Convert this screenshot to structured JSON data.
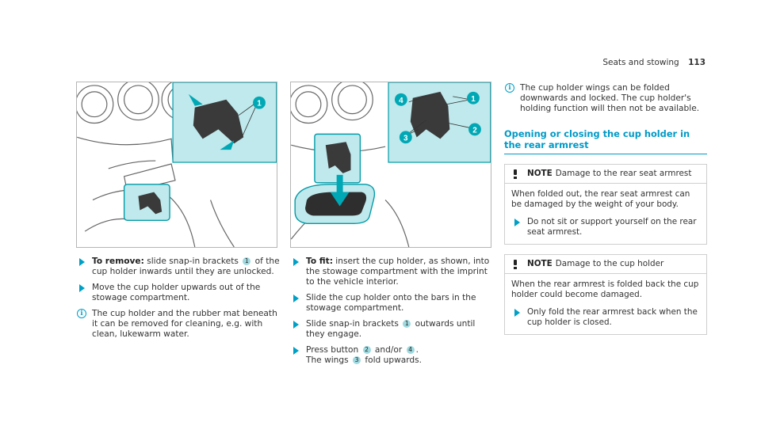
{
  "header": {
    "section": "Seats and stowing",
    "page": "113"
  },
  "figures": {
    "fig1": {
      "labels": [
        "1"
      ]
    },
    "fig2": {
      "labels": [
        "4",
        "1",
        "3",
        "2"
      ]
    }
  },
  "col1": {
    "step1": {
      "kw": "To remove:",
      "a": " slide snap-in brackets ",
      "n": "1",
      "b": " of the cup holder inwards until they are unlocked."
    },
    "step2": "Move the cup holder upwards out of the stowage compartment.",
    "info": "The cup holder and the rubber mat beneath it can be removed for cleaning, e.g. with clean, lukewarm water."
  },
  "col2": {
    "step1": {
      "kw": "To fit:",
      "a": " insert the cup holder, as shown, into the stowage compartment with the imprint to the vehicle interior."
    },
    "step2": "Slide the cup holder onto the bars in the stowage compartment.",
    "step3": {
      "a": "Slide snap-in brackets ",
      "n": "1",
      "b": " outwards until they engage."
    },
    "step4": {
      "a": "Press button ",
      "n1": "2",
      "b": " and/or ",
      "n2": "4",
      "c": ".",
      "d": "The wings ",
      "n3": "3",
      "e": " fold upwards."
    }
  },
  "col3": {
    "info": "The cup holder wings can be folded downwards and locked. The cup holder's holding function will then not be available.",
    "section_title": "Opening or closing the cup holder in the rear armrest",
    "note1": {
      "label": "NOTE",
      "title": "Damage to the rear seat armrest",
      "body": "When folded out, the rear seat armrest can be damaged by the weight of your body.",
      "step": "Do not sit or support yourself on the rear seat armrest."
    },
    "note2": {
      "label": "NOTE",
      "title": "Damage to the cup holder",
      "body": "When the rear armrest is folded back the cup holder could become damaged.",
      "step": "Only fold the rear armrest back when the cup holder is closed."
    }
  }
}
